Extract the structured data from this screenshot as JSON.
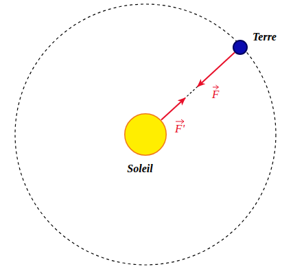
{
  "diagram": {
    "nodes": [
      {
        "text": [
          "Terre"
        ]
      },
      {
        "text": [
          "Soleil"
        ]
      }
    ],
    "edges": [
      {
        "from": 0,
        "to": 1,
        "arrow": "to",
        "label": "F"
      },
      {
        "from": 1,
        "to": 0,
        "arrow": "to",
        "label": "F'"
      }
    ]
  }
}
